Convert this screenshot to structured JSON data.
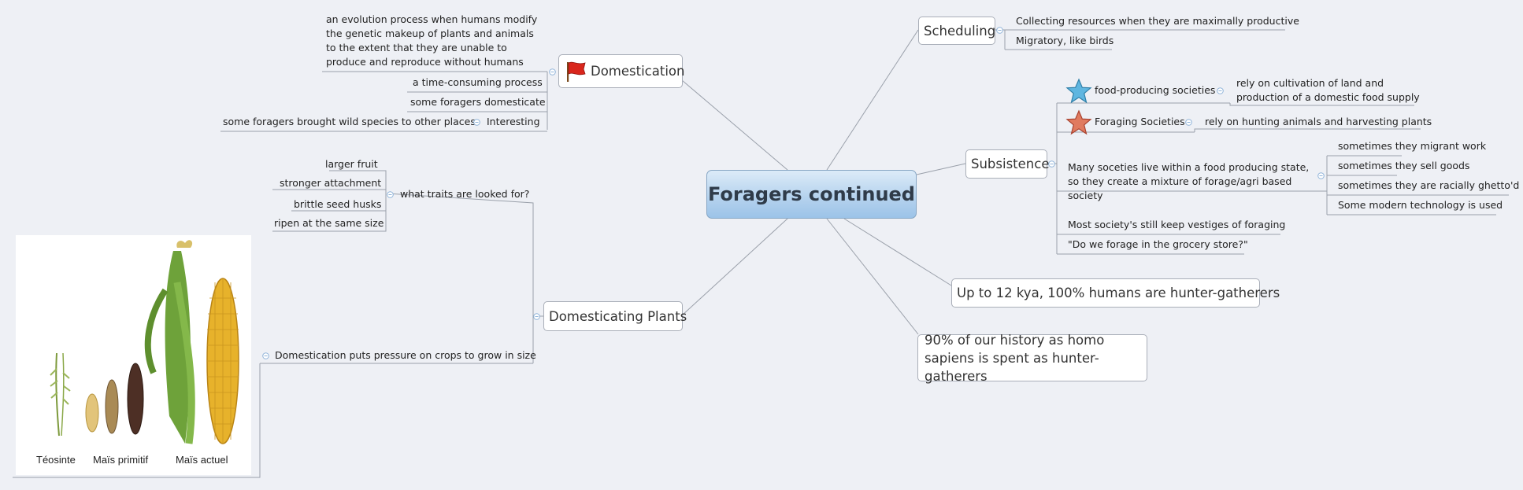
{
  "central": "Foragers continued",
  "domestication": {
    "title": "Domestication",
    "definition": "an evolution process when humans modify the genetic makeup of plants and animals to the extent that they are unable to produce and reproduce without humans",
    "items": [
      "a time-consuming process",
      "some foragers domesticate"
    ],
    "interesting": {
      "label": "Interesting",
      "detail": "some foragers brought wild species to other places"
    }
  },
  "domesticating_plants": {
    "title": "Domesticating Plants",
    "traits": {
      "label": "what traits are looked for?",
      "items": [
        "larger fruit",
        "stronger attachment",
        "brittle seed husks",
        "ripen at the same size"
      ]
    },
    "pressure": "Domestication puts pressure on crops to grow in size",
    "image_labels": [
      "Téosinte",
      "Maïs primitif",
      "Maïs actuel"
    ]
  },
  "scheduling": {
    "title": "Scheduling",
    "items": [
      "Collecting resources when they are maximally productive",
      "Migratory, like birds"
    ]
  },
  "subsistence": {
    "title": "Subsistence",
    "food_producing": {
      "label": "food-producing societies",
      "detail": "rely on cultivation of land and production of a domestic food supply"
    },
    "foraging": {
      "label": "Foraging Societies",
      "detail": "rely on hunting animals and harvesting plants"
    },
    "mixture": {
      "label": "Many soceties live within a food producing state, so they create a mixture of forage/agri based society",
      "items": [
        "sometimes they migrant work",
        "sometimes they sell goods",
        "sometimes they are racially ghetto'd",
        "Some modern technology is used"
      ]
    },
    "vestiges": "Most society's still keep vestiges of foraging",
    "grocery": "\"Do we forage in the grocery store?\""
  },
  "hunter_gatherers_12kya": "Up to 12 kya, 100% humans are hunter-gatherers",
  "history_90": "90% of our history as homo sapiens is spent as hunter-gatherers",
  "colors": {
    "background": "#eef0f5",
    "central_fill": "#b6d3ee",
    "line": "#9aa0aa",
    "collapse": "#8fb3d9"
  }
}
